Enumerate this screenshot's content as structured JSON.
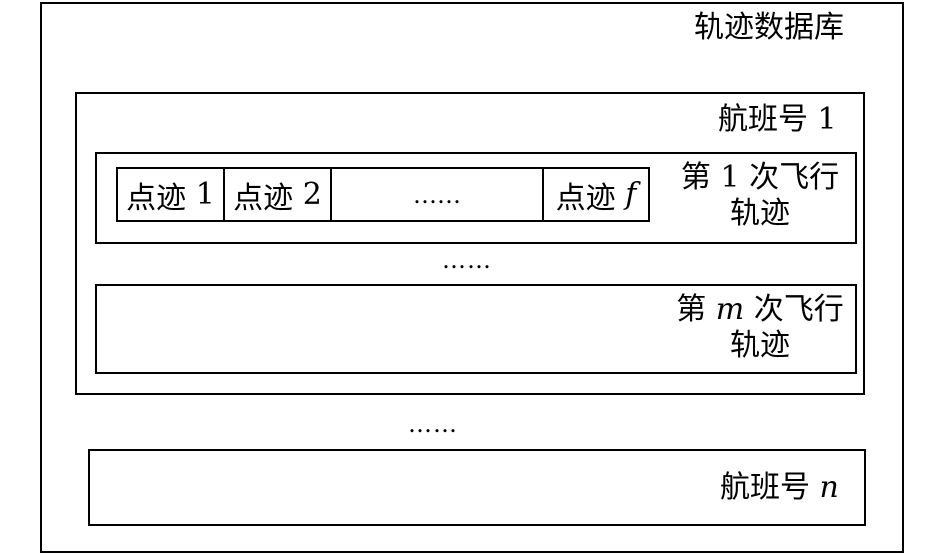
{
  "database": {
    "title": "轨迹数据库"
  },
  "flight_1": {
    "title_prefix": "航班号",
    "title_num": "1",
    "track_1": {
      "line1_prefix": "第",
      "line1_num": "1",
      "line1_suffix": "次飞行",
      "line2": "轨迹",
      "points": [
        {
          "label": "点迹",
          "num": "1"
        },
        {
          "label": "点迹",
          "num": "2"
        },
        {
          "label": "……",
          "num": ""
        },
        {
          "label": "点迹",
          "num": "f"
        }
      ]
    },
    "between_tracks_ellipsis": "……",
    "track_m": {
      "line1_prefix": "第",
      "line1_num": "m",
      "line1_suffix": "次飞行",
      "line2": "轨迹"
    }
  },
  "between_flights_ellipsis": "……",
  "flight_n": {
    "title_prefix": "航班号",
    "title_num": "n"
  }
}
